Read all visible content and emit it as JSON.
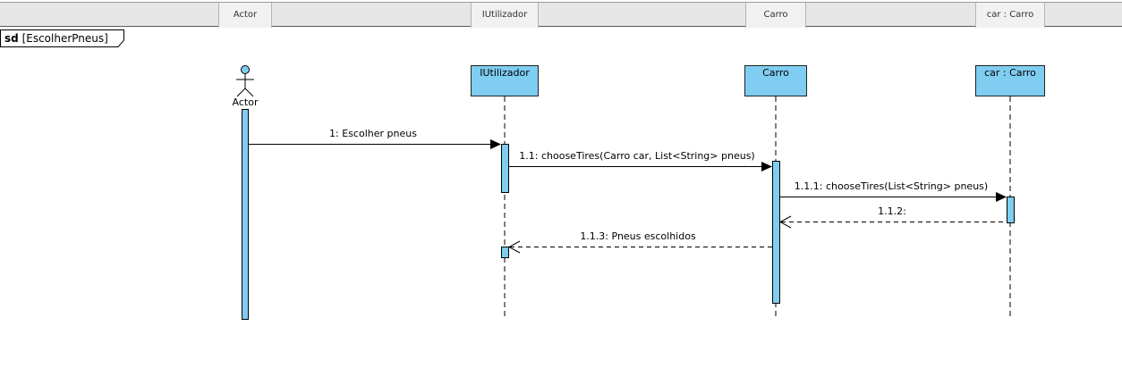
{
  "header_tabs": [
    {
      "label": "Actor"
    },
    {
      "label": "IUtilizador"
    },
    {
      "label": "Carro"
    },
    {
      "label": "car : Carro"
    }
  ],
  "frame": {
    "keyword": "sd",
    "name": "[EscolherPneus]"
  },
  "lifelines": [
    {
      "id": "actor",
      "name": "Actor",
      "kind": "actor"
    },
    {
      "id": "iutilizador",
      "name": "IUtilizador",
      "kind": "object"
    },
    {
      "id": "carro",
      "name": "Carro",
      "kind": "object"
    },
    {
      "id": "car",
      "name": "car : Carro",
      "kind": "object"
    }
  ],
  "messages": [
    {
      "label": "1: Escolher pneus",
      "from": "actor",
      "to": "iutilizador",
      "type": "sync"
    },
    {
      "label": "1.1: chooseTires(Carro car, List<String> pneus)",
      "from": "iutilizador",
      "to": "carro",
      "type": "sync"
    },
    {
      "label": "1.1.1: chooseTires(List<String> pneus)",
      "from": "carro",
      "to": "car",
      "type": "sync"
    },
    {
      "label": "1.1.2:",
      "from": "car",
      "to": "carro",
      "type": "return"
    },
    {
      "label": "1.1.3: Pneus escolhidos",
      "from": "carro",
      "to": "iutilizador",
      "type": "return"
    }
  ],
  "colors": {
    "lifeline_fill": "#7fcdf1",
    "activation_fill": "#7fcdf1",
    "line": "#000000"
  }
}
